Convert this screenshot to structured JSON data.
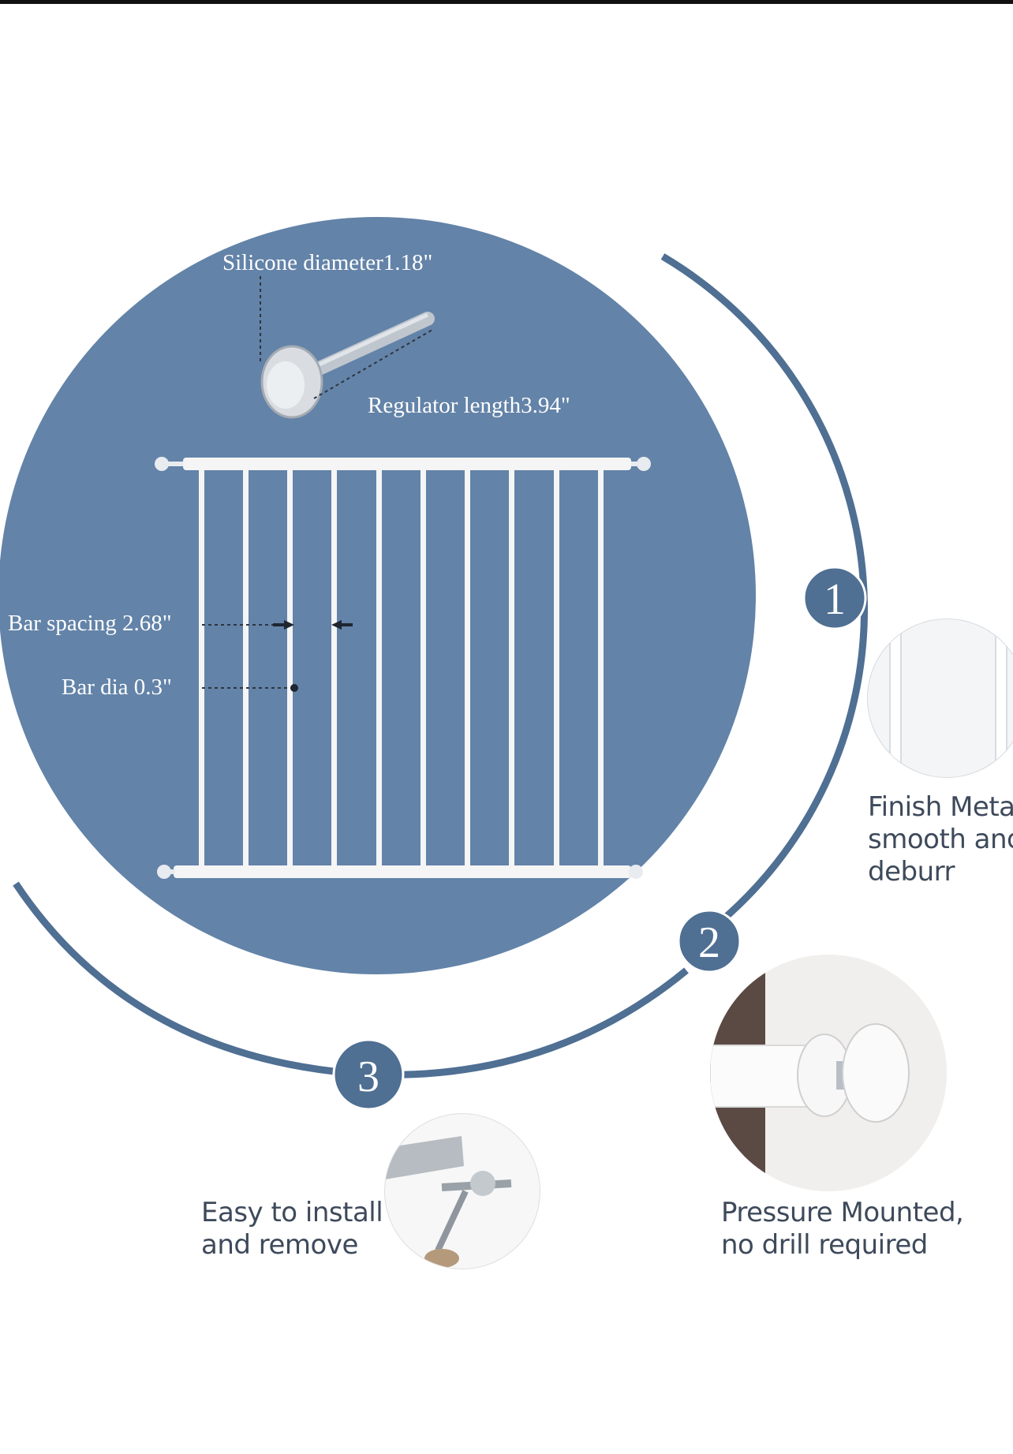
{
  "colors": {
    "panel_blue": "#6383a8",
    "arc_blue": "#4f6f93",
    "text_dark": "#3e4a5b"
  },
  "dimensions": {
    "silicone": "Silicone diameter1.18\"",
    "regulator": "Regulator length3.94\"",
    "bar_spacing": "Bar spacing 2.68\"",
    "bar_dia": "Bar dia 0.3\""
  },
  "steps": [
    "1",
    "2",
    "3"
  ],
  "features": [
    {
      "lines": [
        "Finish Metal",
        "smooth and",
        "deburr"
      ],
      "icon": "metal-bars-closeup"
    },
    {
      "lines": [
        "Pressure Mounted,",
        "no drill required"
      ],
      "icon": "pressure-mount-closeup"
    },
    {
      "lines": [
        "Easy to install",
        "and  remove"
      ],
      "icon": "install-wrench-closeup"
    }
  ]
}
